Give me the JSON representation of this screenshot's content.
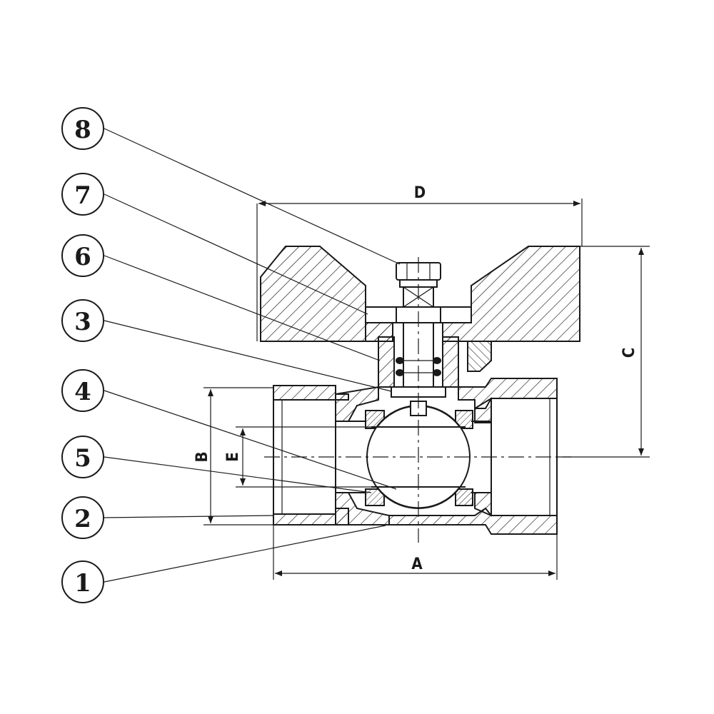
{
  "callouts": [
    {
      "id": "8",
      "label": "8"
    },
    {
      "id": "7",
      "label": "7"
    },
    {
      "id": "6",
      "label": "6"
    },
    {
      "id": "3",
      "label": "3"
    },
    {
      "id": "4",
      "label": "4"
    },
    {
      "id": "5",
      "label": "5"
    },
    {
      "id": "2",
      "label": "2"
    },
    {
      "id": "1",
      "label": "1"
    }
  ],
  "dimensions": {
    "a": "A",
    "b": "B",
    "c": "C",
    "d": "D",
    "e": "E"
  }
}
